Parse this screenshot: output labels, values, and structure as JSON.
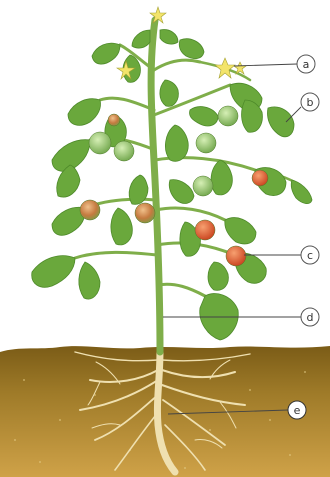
{
  "colors": {
    "soil_top": "#8a6a1a",
    "soil_bottom": "#c69a3e",
    "root": "#f0e3b8",
    "stem": "#7fae4a",
    "leaf": "#6aa83c",
    "leaf_dark": "#4e8a2a",
    "fruit_green": "#9ccf6a",
    "fruit_ripe": "#e0552a",
    "flower": "#f3e46a",
    "leader": "#444444"
  },
  "labels": [
    {
      "id": "a",
      "text": "a",
      "part": "flower"
    },
    {
      "id": "b",
      "text": "b",
      "part": "leaf"
    },
    {
      "id": "c",
      "text": "c",
      "part": "fruit"
    },
    {
      "id": "d",
      "text": "d",
      "part": "stem"
    },
    {
      "id": "e",
      "text": "e",
      "part": "root"
    }
  ]
}
